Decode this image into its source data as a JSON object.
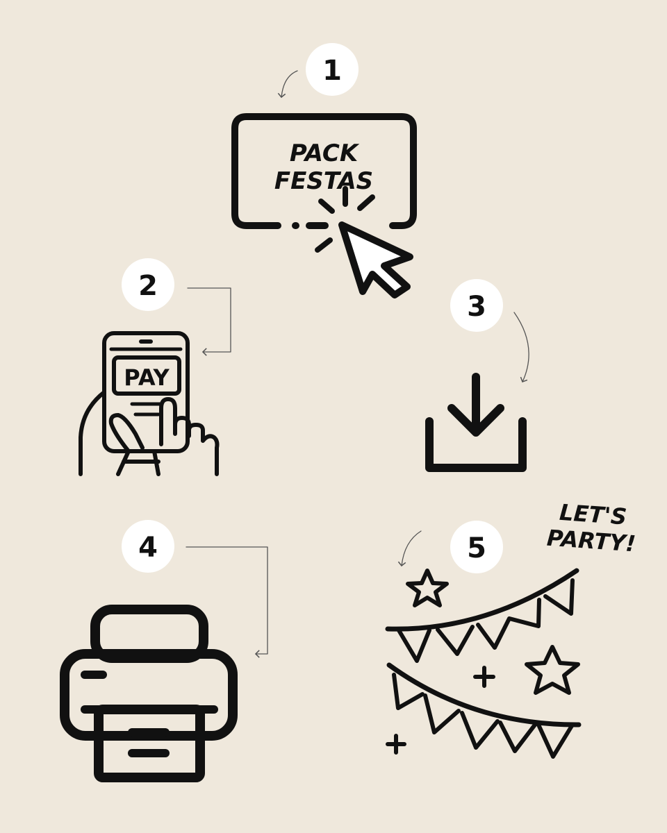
{
  "steps": [
    {
      "number": "1",
      "label_lines": [
        "PACK",
        "FESTAS"
      ]
    },
    {
      "number": "2",
      "screen_label": "PAY"
    },
    {
      "number": "3"
    },
    {
      "number": "4"
    },
    {
      "number": "5",
      "caption_lines": [
        "LET'S",
        "PARTY!"
      ]
    }
  ],
  "colors": {
    "background": "#efe8dc",
    "ink": "#111111",
    "badge": "#ffffff"
  }
}
